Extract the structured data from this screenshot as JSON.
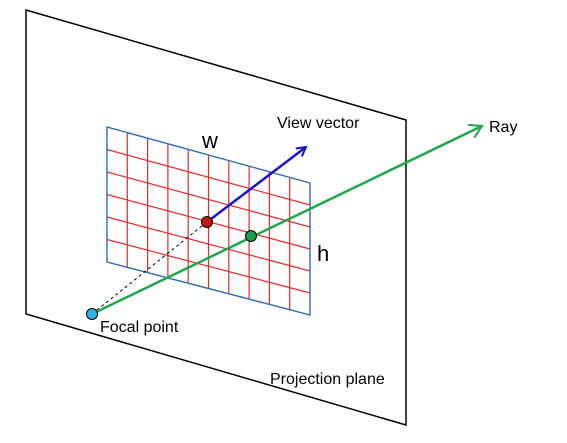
{
  "labels": {
    "view_vector": "View vector",
    "ray": "Ray",
    "width": "w",
    "height": "h",
    "focal_point": "Focal point",
    "projection_plane": "Projection plane"
  },
  "colors": {
    "plane_outline": "#000000",
    "grid_border": "#2e6bb0",
    "grid_lines": "#e8292b",
    "view_vector": "#1414d6",
    "ray": "#1fa84a",
    "focal_point": "#29b6e6",
    "view_origin": "#c31414",
    "ray_intersection": "#1e9a4c",
    "dashed_line": "#000000"
  },
  "grid": {
    "columns": 10,
    "rows": 6
  }
}
